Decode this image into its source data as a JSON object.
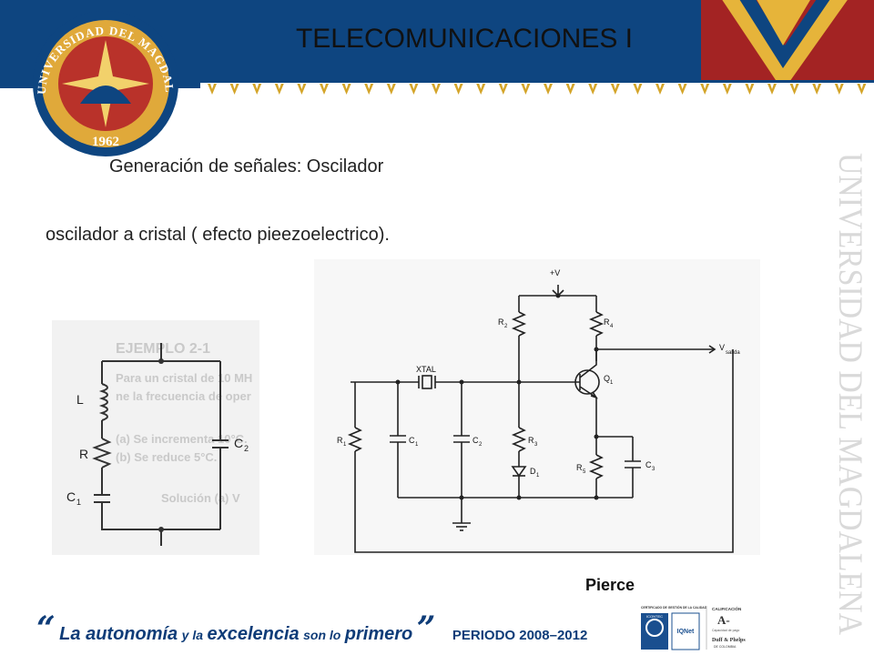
{
  "header": {
    "title": "TELECOMUNICACIONES I"
  },
  "logo": {
    "ring_text": "UNIVERSIDAD DEL MAGDALENA",
    "year": "1962"
  },
  "content": {
    "subtitle": "Generación de señales: Oscilador",
    "description": "oscilador a cristal ( efecto pieezoelectrico).",
    "caption": "Pierce"
  },
  "side_text": "UNIVERSIDAD DEL MAGDALENA",
  "left_circuit": {
    "labels": {
      "inductor": "L",
      "resistor": "R",
      "cap1": "C",
      "cap1_sub": "1",
      "cap2": "C",
      "cap2_sub": "2"
    },
    "faded_text": [
      "EJEMPLO 2-1",
      "Para un cristal de 10 MH",
      "ne la frecuencia de oper",
      "(a) Se incrementa 10°C.",
      "(b) Se reduce 5°C.",
      "Solución    (a)  V"
    ]
  },
  "right_circuit": {
    "labels": {
      "supply": "+V",
      "xtal": "XTAL",
      "r1": "R",
      "r1_sub": "1",
      "c1": "C",
      "c1_sub": "1",
      "c2": "C",
      "c2_sub": "2",
      "r2": "R",
      "r2_sub": "2",
      "r3": "R",
      "r3_sub": "3",
      "d1": "D",
      "d1_sub": "1",
      "r4": "R",
      "r4_sub": "4",
      "q1": "Q",
      "q1_sub": "1",
      "r5": "R",
      "r5_sub": "5",
      "c3": "C",
      "c3_sub": "3",
      "vout": "V",
      "vout_sub": "salida"
    }
  },
  "footer": {
    "open_quote": "“",
    "w1": "La autonomía",
    "w2": "y la",
    "w3": "excelencia",
    "w4": "son lo",
    "w5": "primero",
    "close_quote": "”",
    "period": "PERIODO 2008–2012"
  },
  "certifications": {
    "iso_title": "CERTIFICADO DE GESTIÓN DE LA CALIDAD",
    "icontec": "ICONTEC",
    "iqnet": "IQNet",
    "rating_title": "CALIFICACIÓN",
    "rating": "A-",
    "rating_desc": "Capacidad de pago",
    "agency": "Duff & Phelps",
    "agency_sub": "DE COLOMBIA"
  },
  "colors": {
    "navy": "#0e4580",
    "red": "#a32323",
    "gold": "#d4a52a"
  }
}
